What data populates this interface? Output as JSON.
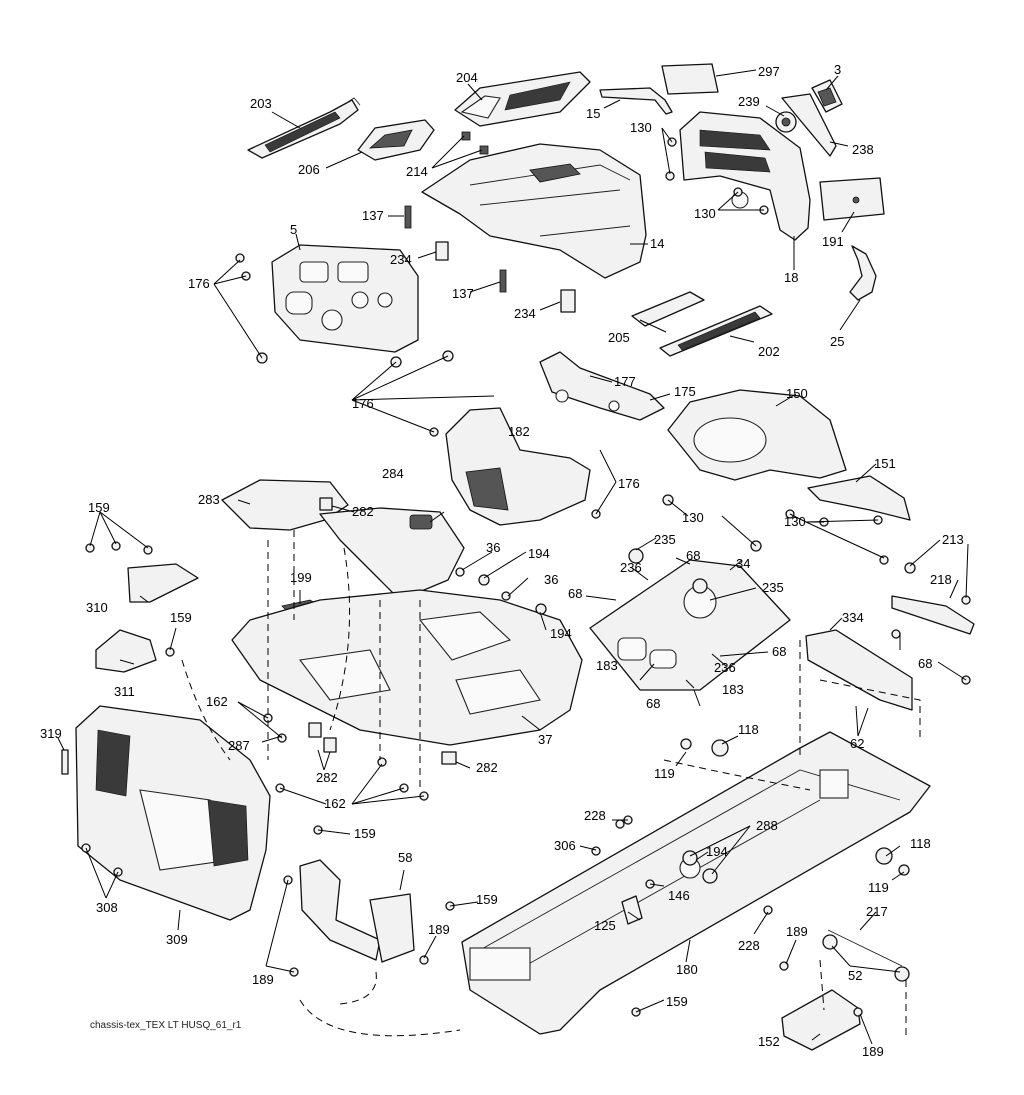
{
  "diagram": {
    "footer": "chassis-tex_TEX LT HUSQ_61_r1",
    "callouts": [
      {
        "id": "c3",
        "label": "3"
      },
      {
        "id": "c5",
        "label": "5"
      },
      {
        "id": "c14",
        "label": "14"
      },
      {
        "id": "c15",
        "label": "15"
      },
      {
        "id": "c18",
        "label": "18"
      },
      {
        "id": "c25",
        "label": "25"
      },
      {
        "id": "c34",
        "label": "34"
      },
      {
        "id": "c36a",
        "label": "36"
      },
      {
        "id": "c36b",
        "label": "36"
      },
      {
        "id": "c37",
        "label": "37"
      },
      {
        "id": "c52",
        "label": "52"
      },
      {
        "id": "c58",
        "label": "58"
      },
      {
        "id": "c62",
        "label": "62"
      },
      {
        "id": "c68a",
        "label": "68"
      },
      {
        "id": "c68b",
        "label": "68"
      },
      {
        "id": "c68c",
        "label": "68"
      },
      {
        "id": "c68d",
        "label": "68"
      },
      {
        "id": "c68e",
        "label": "68"
      },
      {
        "id": "c118a",
        "label": "118"
      },
      {
        "id": "c118b",
        "label": "118"
      },
      {
        "id": "c119a",
        "label": "119"
      },
      {
        "id": "c119b",
        "label": "119"
      },
      {
        "id": "c125",
        "label": "125"
      },
      {
        "id": "c130a",
        "label": "130"
      },
      {
        "id": "c130b",
        "label": "130"
      },
      {
        "id": "c130c",
        "label": "130"
      },
      {
        "id": "c130d",
        "label": "130"
      },
      {
        "id": "c137a",
        "label": "137"
      },
      {
        "id": "c137b",
        "label": "137"
      },
      {
        "id": "c146",
        "label": "146"
      },
      {
        "id": "c150",
        "label": "150"
      },
      {
        "id": "c151",
        "label": "151"
      },
      {
        "id": "c152",
        "label": "152"
      },
      {
        "id": "c159a",
        "label": "159"
      },
      {
        "id": "c159b",
        "label": "159"
      },
      {
        "id": "c159c",
        "label": "159"
      },
      {
        "id": "c159d",
        "label": "159"
      },
      {
        "id": "c159e",
        "label": "159"
      },
      {
        "id": "c162a",
        "label": "162"
      },
      {
        "id": "c162b",
        "label": "162"
      },
      {
        "id": "c175",
        "label": "175"
      },
      {
        "id": "c176a",
        "label": "176"
      },
      {
        "id": "c176b",
        "label": "176"
      },
      {
        "id": "c176c",
        "label": "176"
      },
      {
        "id": "c177",
        "label": "177"
      },
      {
        "id": "c180",
        "label": "180"
      },
      {
        "id": "c182",
        "label": "182"
      },
      {
        "id": "c183a",
        "label": "183"
      },
      {
        "id": "c183b",
        "label": "183"
      },
      {
        "id": "c189a",
        "label": "189"
      },
      {
        "id": "c189b",
        "label": "189"
      },
      {
        "id": "c189c",
        "label": "189"
      },
      {
        "id": "c189d",
        "label": "189"
      },
      {
        "id": "c191",
        "label": "191"
      },
      {
        "id": "c194a",
        "label": "194"
      },
      {
        "id": "c194b",
        "label": "194"
      },
      {
        "id": "c194c",
        "label": "194"
      },
      {
        "id": "c199",
        "label": "199"
      },
      {
        "id": "c202",
        "label": "202"
      },
      {
        "id": "c203",
        "label": "203"
      },
      {
        "id": "c204",
        "label": "204"
      },
      {
        "id": "c205",
        "label": "205"
      },
      {
        "id": "c206",
        "label": "206"
      },
      {
        "id": "c213",
        "label": "213"
      },
      {
        "id": "c214",
        "label": "214"
      },
      {
        "id": "c217",
        "label": "217"
      },
      {
        "id": "c218",
        "label": "218"
      },
      {
        "id": "c228a",
        "label": "228"
      },
      {
        "id": "c228b",
        "label": "228"
      },
      {
        "id": "c234a",
        "label": "234"
      },
      {
        "id": "c234b",
        "label": "234"
      },
      {
        "id": "c235a",
        "label": "235"
      },
      {
        "id": "c235b",
        "label": "235"
      },
      {
        "id": "c236a",
        "label": "236"
      },
      {
        "id": "c236b",
        "label": "236"
      },
      {
        "id": "c238",
        "label": "238"
      },
      {
        "id": "c239",
        "label": "239"
      },
      {
        "id": "c282a",
        "label": "282"
      },
      {
        "id": "c282b",
        "label": "282"
      },
      {
        "id": "c282c",
        "label": "282"
      },
      {
        "id": "c283",
        "label": "283"
      },
      {
        "id": "c284",
        "label": "284"
      },
      {
        "id": "c287",
        "label": "287"
      },
      {
        "id": "c288",
        "label": "288"
      },
      {
        "id": "c297",
        "label": "297"
      },
      {
        "id": "c306",
        "label": "306"
      },
      {
        "id": "c308",
        "label": "308"
      },
      {
        "id": "c309",
        "label": "309"
      },
      {
        "id": "c310",
        "label": "310"
      },
      {
        "id": "c311",
        "label": "311"
      },
      {
        "id": "c319",
        "label": "319"
      },
      {
        "id": "c334",
        "label": "334"
      }
    ]
  }
}
